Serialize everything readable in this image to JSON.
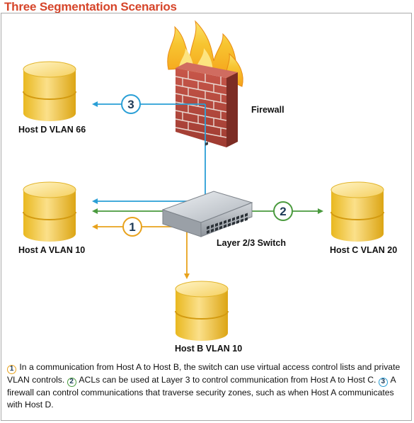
{
  "title": "Three Segmentation Scenarios",
  "nodes": {
    "host_d": "Host D VLAN 66",
    "host_a": "Host A VLAN 10",
    "host_b": "Host B VLAN 10",
    "host_c": "Host C VLAN 20",
    "firewall": "Firewall",
    "switch": "Layer 2/3 Switch"
  },
  "flows": {
    "one": {
      "number": "1",
      "color": "#e8a21c"
    },
    "two": {
      "number": "2",
      "color": "#4a9a3e"
    },
    "three": {
      "number": "3",
      "color": "#2a9fd6"
    }
  },
  "caption": {
    "n1": "1",
    "s1": "In a communication from Host A to Host B, the switch can use virtual access control lists and private VLAN controls.",
    "n2": "2",
    "s2": "ACLs can be used at Layer 3 to control communication from Host A to Host C.",
    "n3": "3",
    "s3": "A firewall can control communications that traverse security zones, such as when Host A communicates with Host D."
  }
}
